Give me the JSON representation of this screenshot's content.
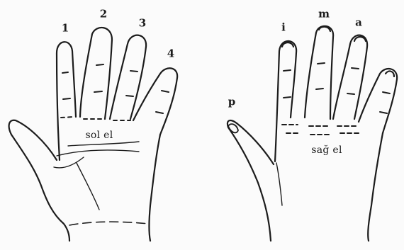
{
  "left_hand": {
    "caption": "sol el",
    "finger_numbers": [
      "1",
      "2",
      "3",
      "4"
    ]
  },
  "right_hand": {
    "caption": "sağ el",
    "thumb_label": "p",
    "finger_letters": [
      "i",
      "m",
      "a"
    ]
  },
  "colors": {
    "ink": "#1c1c1c",
    "background": "#fbfbfb"
  }
}
